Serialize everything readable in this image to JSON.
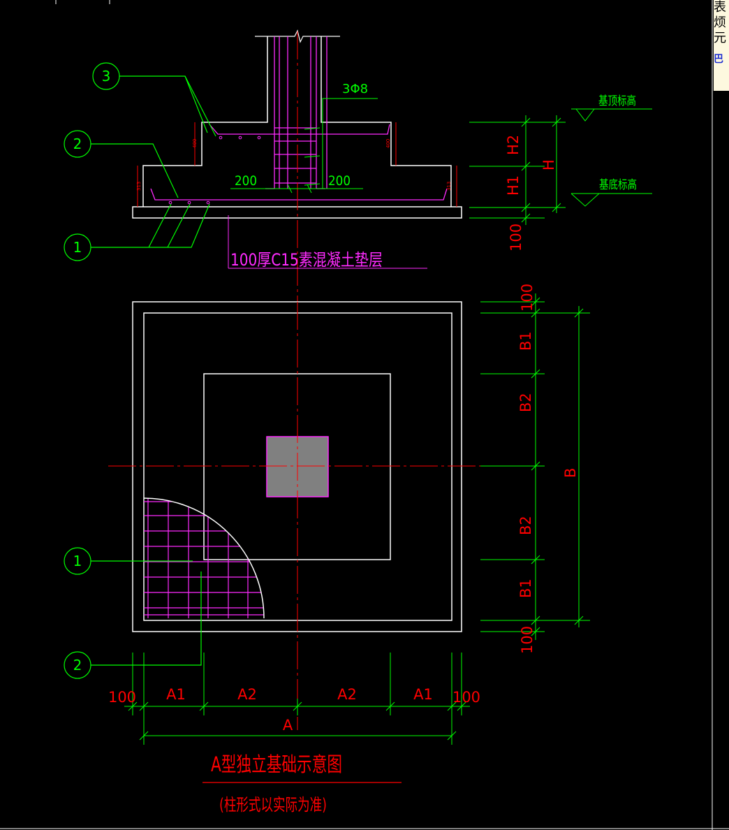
{
  "drawing": {
    "colors": {
      "background": "#000000",
      "outline": "#ffffff",
      "rebar": "#ff2bff",
      "dimension_line": "#00ff00",
      "dimension_text": "#ff0000",
      "label_text": "#00ff00",
      "centerline": "#ff0000",
      "column_fill": "#808080"
    },
    "section": {
      "rebar_note": "3Φ8",
      "dim_left": "200",
      "dim_right": "200",
      "small_left_upper": "400",
      "small_right_upper": "400",
      "small_left_lower": "313",
      "small_right_lower": "313",
      "cushion_note": "100厚C15素混凝土垫层"
    },
    "elevations": {
      "top_label": "基顶标高",
      "bottom_label": "基底标高",
      "h2": "H2",
      "h1": "H1",
      "h": "H",
      "cushion": "100"
    },
    "callouts": [
      {
        "id": "3"
      },
      {
        "id": "2"
      },
      {
        "id": "1"
      },
      {
        "id": "1"
      },
      {
        "id": "2"
      }
    ],
    "plan_vertical_dims": [
      "100",
      "B1",
      "B2",
      "B2",
      "B1",
      "100"
    ],
    "plan_vertical_total": "B",
    "plan_horizontal_dims": [
      "100",
      "A1",
      "A2",
      "A2",
      "A1",
      "100"
    ],
    "plan_horizontal_total": "A",
    "title": "A型独立基础示意图",
    "subtitle": "(柱形式以实际为准)"
  },
  "side_panel": {
    "chips": [
      "表",
      "烦",
      "元"
    ],
    "link": "巴"
  }
}
